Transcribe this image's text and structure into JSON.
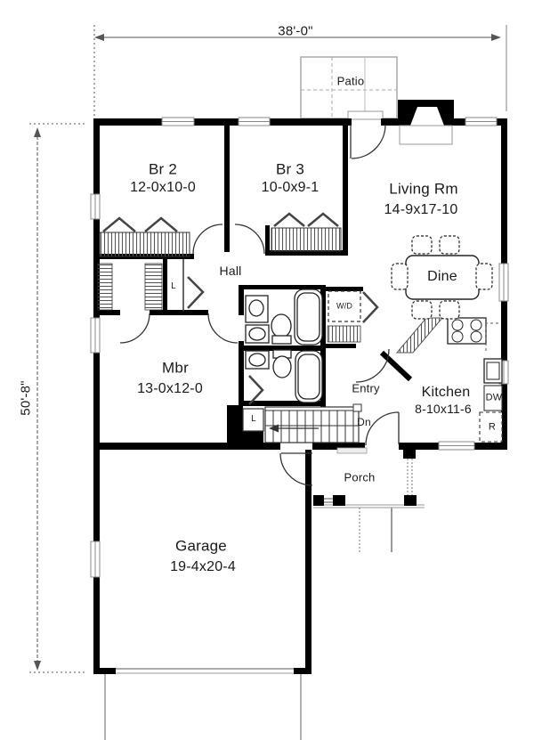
{
  "dimensions": {
    "width": "38'-0\"",
    "height": "50'-8\""
  },
  "rooms": {
    "br2": {
      "name": "Br 2",
      "size": "12-0x10-0"
    },
    "br3": {
      "name": "Br 3",
      "size": "10-0x9-1"
    },
    "living": {
      "name": "Living Rm",
      "size": "14-9x17-10"
    },
    "mbr": {
      "name": "Mbr",
      "size": "13-0x12-0"
    },
    "kitchen": {
      "name": "Kitchen",
      "size": "8-10x11-6"
    },
    "garage": {
      "name": "Garage",
      "size": "19-4x20-4"
    }
  },
  "areas": {
    "patio": "Patio",
    "hall": "Hall",
    "dine": "Dine",
    "entry": "Entry",
    "porch": "Porch"
  },
  "fixtures": {
    "washer_dryer": "W/D",
    "dishwasher": "DW",
    "refrigerator": "R",
    "stairs_down": "Dn",
    "linen_hall": "L",
    "linen_entry": "L"
  }
}
